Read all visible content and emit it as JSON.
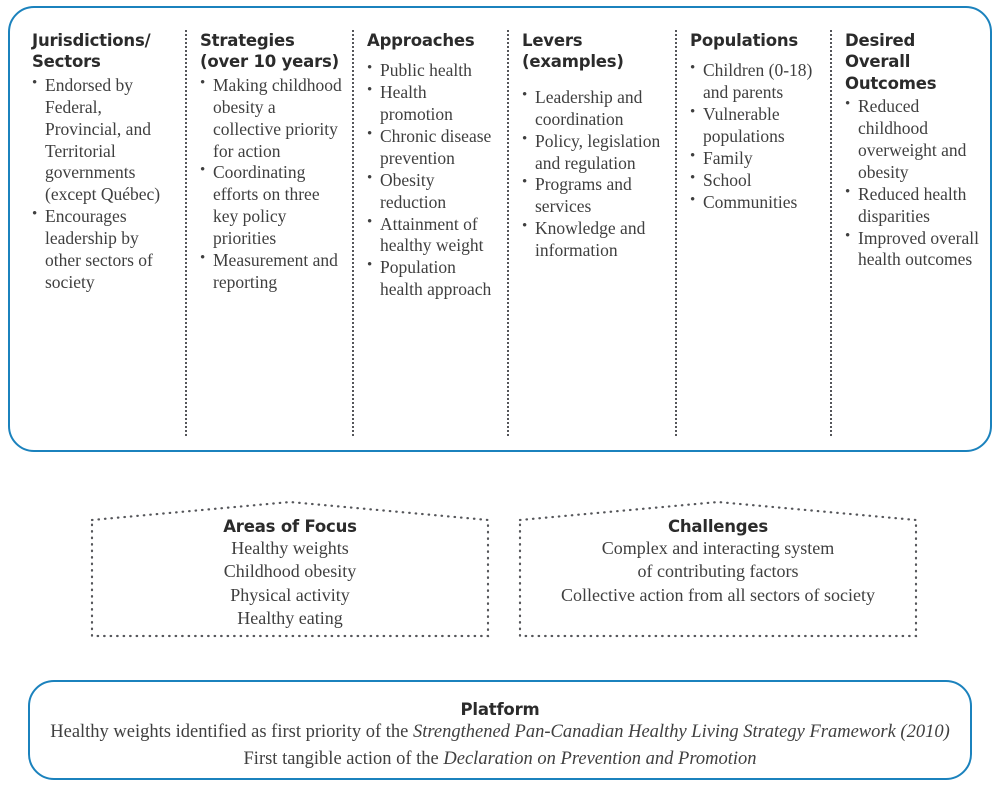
{
  "colors": {
    "panel_border_blue": "#1b82bd",
    "text_dark": "#2b2b2b",
    "text_body": "#3f3f3f",
    "dotted_divider": "#55565a"
  },
  "top_panel": {
    "columns": [
      {
        "title": "Jurisdictions/\nSectors",
        "items": [
          "Endorsed by Federal, Provincial, and Territorial governments (except Québec)",
          "Encourages leadership by other sectors of society"
        ]
      },
      {
        "title": "Strategies\n(over 10 years)",
        "items": [
          "Making childhood obesity a collective priority for action",
          "Coordinating efforts on three key policy priorities",
          "Measurement and reporting"
        ]
      },
      {
        "title": "Approaches",
        "items": [
          "Public health",
          "Health promotion",
          "Chronic disease prevention",
          "Obesity reduction",
          "Attainment of healthy weight",
          "Population health approach"
        ]
      },
      {
        "title": "Levers\n(examples)",
        "items": [
          "Leadership and coordination",
          "Policy, legislation and regulation",
          "Programs and services",
          "Knowledge and information"
        ]
      },
      {
        "title": "Populations",
        "items": [
          "Children (0-18) and parents",
          "Vulnerable populations",
          "Family",
          "School",
          "Communities"
        ]
      },
      {
        "title": "Desired\nOverall\nOutcomes",
        "items": [
          "Reduced childhood overweight and obesity",
          "Reduced health disparities",
          "Improved overall health outcomes"
        ]
      }
    ]
  },
  "middle": {
    "areas_of_focus": {
      "title": "Areas of Focus",
      "lines": [
        "Healthy weights",
        "Childhood obesity",
        "Physical activity",
        "Healthy eating"
      ]
    },
    "challenges": {
      "title": "Challenges",
      "lines": [
        "Complex and interacting system",
        "of contributing factors",
        "Collective action from all sectors of society"
      ]
    }
  },
  "platform": {
    "title": "Platform",
    "line1_prefix": "Healthy weights identified as first priority of the ",
    "line1_italic": "Strengthened Pan-Canadian Healthy Living Strategy Framework (2010)",
    "line2_prefix": "First tangible action of the ",
    "line2_italic": "Declaration on Prevention and Promotion"
  }
}
